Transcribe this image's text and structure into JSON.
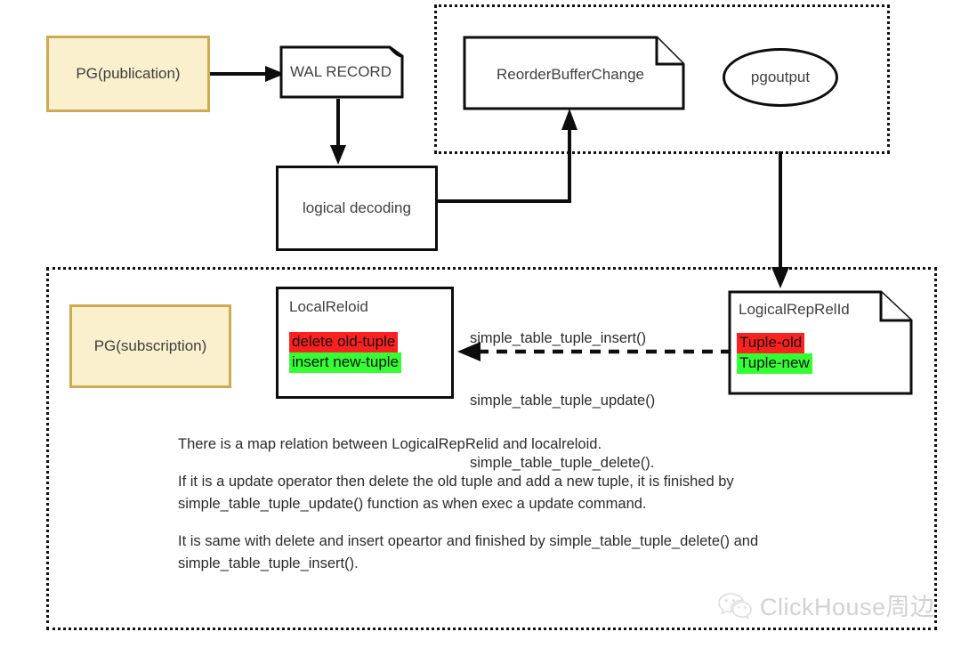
{
  "diagram": {
    "title": "PostgreSQL logical replication flow",
    "colors": {
      "node_fill": "#ffffff",
      "node_stroke": "#0d0d0d",
      "pg_fill": "#fbf0cd",
      "pg_stroke": "#cdab52",
      "highlight_red": "#ff2020",
      "highlight_green": "#35ff35",
      "watermark_gray": "#d0d0d0"
    },
    "groups": [
      {
        "name": "publisher-output-group",
        "label": ""
      },
      {
        "name": "subscriber-group",
        "label": ""
      }
    ],
    "nodes": {
      "pg_publication": "PG(publication)",
      "wal_record": "WAL RECORD",
      "reorder_buffer_change": "ReorderBufferChange",
      "pgoutput": "pgoutput",
      "logical_decoding": "logical decoding",
      "pg_subscription": "PG(subscription)",
      "local_reloid": {
        "title": "LocalReloid",
        "rows": [
          {
            "text": "delete old-tuple",
            "highlight": "red"
          },
          {
            "text": "insert new-tuple",
            "highlight": "green"
          }
        ]
      },
      "logical_rep_relid": {
        "title": "LogicalRepRelId",
        "rows": [
          {
            "text": "Tuple-old",
            "highlight": "red"
          },
          {
            "text": "Tuple-new",
            "highlight": "green"
          }
        ]
      }
    },
    "edge_label": {
      "line1": "simple_table_tuple_insert()",
      "line2": "simple_table_tuple_update()",
      "line3": "simple_table_tuple_delete()."
    },
    "notes": {
      "p1": "There is a map relation between LogicalRepRelid and localreloid.",
      "p2": "If it is a update operator then delete the old tuple and add a new tuple, it is finished by simple_table_tuple_update() function as when exec a update command.",
      "p3": "It is same with delete and insert opeartor and finished by simple_table_tuple_delete() and simple_table_tuple_insert()."
    },
    "watermark": {
      "icon": "wechat-icon",
      "text": "ClickHouse周边"
    }
  }
}
